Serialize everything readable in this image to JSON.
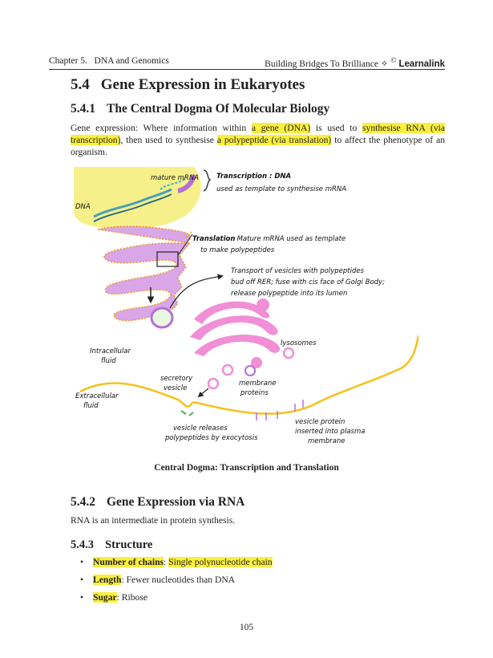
{
  "header": {
    "chapter": "Chapter 5.",
    "chapter_title": "DNA and Genomics",
    "tagline": "Building Bridges To Brilliance",
    "tagline_symbol": "✧",
    "copyright_symbol": "©",
    "brand": "Learnalink"
  },
  "section": {
    "number": "5.4",
    "title": "Gene Expression in Eukaryotes"
  },
  "subsection1": {
    "number": "5.4.1",
    "title": "The Central Dogma Of Molecular Biology",
    "p_before": "Gene expression: Where information within ",
    "hl_gene": "a gene (DNA)",
    "p_mid1": " is used to ",
    "hl_rna": "synthesise RNA (via transcription)",
    "p_mid2": ", then used to synthesise ",
    "hl_poly": "a polypeptide (via translation)",
    "p_after": " to affect the phenotype of an organism."
  },
  "figure": {
    "caption": "Central Dogma: Transcription and Translation",
    "labels": {
      "mature_mrna": "mature mRNA",
      "dna": "DNA",
      "transcription_head": "Transcription : DNA",
      "transcription_body": "used as template to synthesise mRNA",
      "translation_head": "Translation",
      "translation_body1": ": Mature mRNA used as template",
      "translation_body2": "to make polypeptides",
      "transport1": "Transport of vesicles with polypeptides",
      "transport2": "bud off RER; fuse with cis face of Golgi Body;",
      "transport3": "release polypeptide into its lumen",
      "lysosomes": "lysosomes",
      "intracellular1": "Intracellular",
      "intracellular2": "fluid",
      "extracellular1": "Extracellular",
      "extracellular2": "fluid",
      "secretory1": "secretory",
      "secretory2": "vesicle",
      "membrane1": "membrane",
      "membrane2": "proteins",
      "vesicle_release1": "vesicle releases",
      "vesicle_release2": "polypeptides by exocytosis",
      "vesicle_protein1": "vesicle protein",
      "vesicle_protein2": "inserted into plasma",
      "vesicle_protein3": "membrane"
    }
  },
  "subsection2": {
    "number": "5.4.2",
    "title": "Gene Expression via RNA",
    "text": "RNA is an intermediate in protein synthesis."
  },
  "subsection3": {
    "number": "5.4.3",
    "title": "Structure",
    "items": [
      {
        "term": "Number of chains",
        "sep": ": ",
        "value": "Single polynucleotide chain",
        "value_highlighted": true
      },
      {
        "term": "Length",
        "sep": ": ",
        "value": "Fewer nucleotides than DNA",
        "value_highlighted": false
      },
      {
        "term": "Sugar",
        "sep": ": ",
        "value": "Ribose",
        "value_highlighted": false
      }
    ]
  },
  "page_number": "105",
  "colors": {
    "highlight": "#fbef3d",
    "er": "#d9a6e8",
    "golgi": "#f08fd6",
    "membrane": "#f5c21b",
    "dna": "#4aa0b8"
  }
}
